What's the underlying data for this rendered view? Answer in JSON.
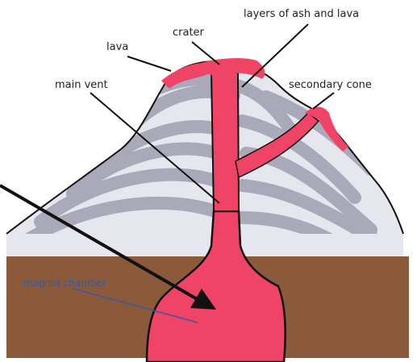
{
  "labels": {
    "lava": "lava",
    "crater": "crater",
    "layers": "layers of ash and lava",
    "main_vent": "main vent",
    "secondary_cone": "secondary cone",
    "magma_chamber": "magma chamber"
  },
  "colors": {
    "background": "#ffffff",
    "ground": "#8a5a3a",
    "cone_fill": "#e6e6ee",
    "ash_stripe": "#a9a9b9",
    "magma": "#f04466",
    "outline": "#111111"
  }
}
